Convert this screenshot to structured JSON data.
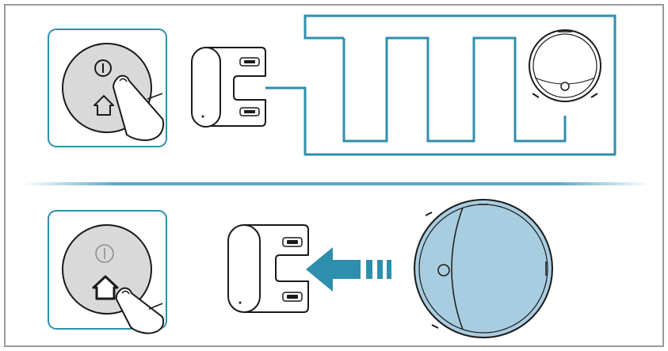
{
  "diagram": {
    "colors": {
      "frame": "#9a9a9a",
      "accent": "#2e8fad",
      "line": "#1a1a1a",
      "button_fill": "#d9d9d9",
      "robot_fill": "#a9cde0",
      "divider": "#5aa7c2"
    },
    "steps": [
      {
        "panel": "power-button-press",
        "action": "press-power-button",
        "robot_path": "zigzag-cleaning"
      },
      {
        "panel": "home-button-press",
        "action": "press-home-button",
        "robot_path": "return-to-dock"
      }
    ],
    "icons": [
      "power-icon",
      "home-icon",
      "finger-icon",
      "charging-dock-icon",
      "robot-vacuum-icon",
      "arrow-left-icon"
    ]
  }
}
